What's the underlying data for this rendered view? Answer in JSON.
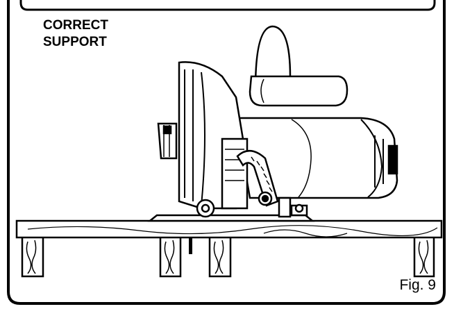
{
  "caption": {
    "line1": "CORRECT",
    "line2": "SUPPORT"
  },
  "figure": {
    "label": "Fig. 9"
  },
  "colors": {
    "ink": "#000000",
    "paper": "#ffffff"
  }
}
